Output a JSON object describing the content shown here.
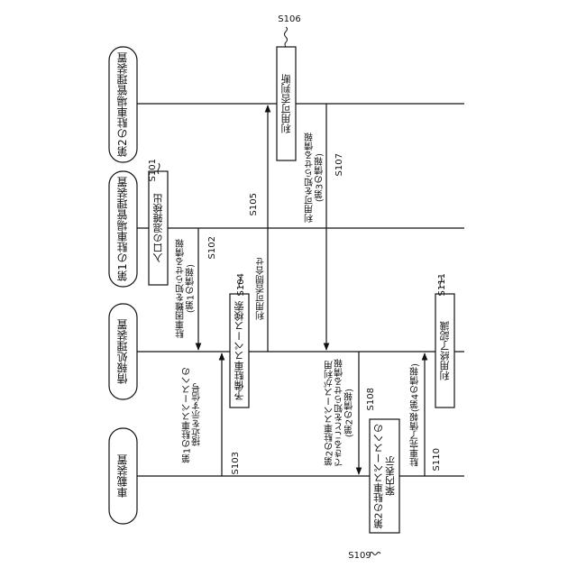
{
  "devices": {
    "d2": "第2の駐車場管理装置",
    "d1": "第1の駐車場管理装置",
    "info": "情報処理装置",
    "car": "車載装置"
  },
  "steps": {
    "s101": "S101",
    "s102": "S102",
    "s103": "S103",
    "s104": "S104",
    "s105": "S105",
    "s106": "S106",
    "s107": "S107",
    "s108": "S108",
    "s109": "S109",
    "s110": "S110",
    "s111": "S111"
  },
  "boxes": {
    "congestion": "入口の混雑検出",
    "search": "予備駐車スペース検索",
    "judge": "利用可否判断",
    "guide_l1": "第2の駐車スペースへの",
    "guide_l2": "案内表示",
    "end": "利用終了認識"
  },
  "messages": {
    "m102_l1": "駐車困難を知らせる情報",
    "m102_l2": "(第1の情報)",
    "m103_l1": "第1の駐車スペースへの",
    "m103_l2": "接近を示す信号",
    "m105": "利用可否問合せ",
    "m107_l1": "利用可を知らせる情報",
    "m107_l2": "(第3の情報)",
    "m108_l1": "第2の駐車スペースが利用",
    "m108_l2": "できることを知らせる情報",
    "m108_l3": "(第2の情報)",
    "m110": "駐車完了情報(第4の情報)"
  }
}
